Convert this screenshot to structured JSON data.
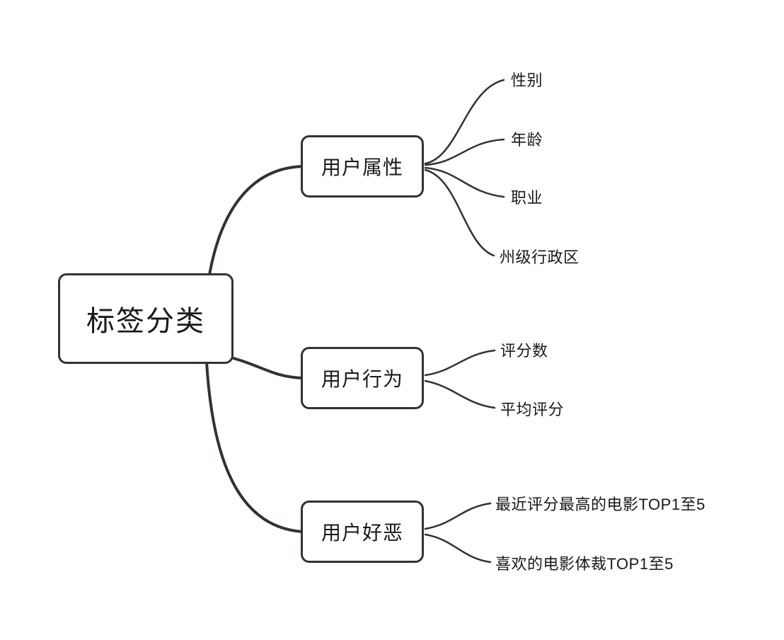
{
  "colors": {
    "line": "#2e3338",
    "border": "#2e3338",
    "background": "#ffffff",
    "text": "#17191c"
  },
  "mindmap": {
    "root": {
      "label": "标签分类"
    },
    "branches": [
      {
        "label": "用户属性",
        "leaves": [
          "性别",
          "年龄",
          "职业",
          "州级行政区"
        ]
      },
      {
        "label": "用户行为",
        "leaves": [
          "评分数",
          "平均评分"
        ]
      },
      {
        "label": "用户好恶",
        "leaves": [
          "最近评分最高的电影TOP1至5",
          "喜欢的电影体裁TOP1至5"
        ]
      }
    ]
  }
}
